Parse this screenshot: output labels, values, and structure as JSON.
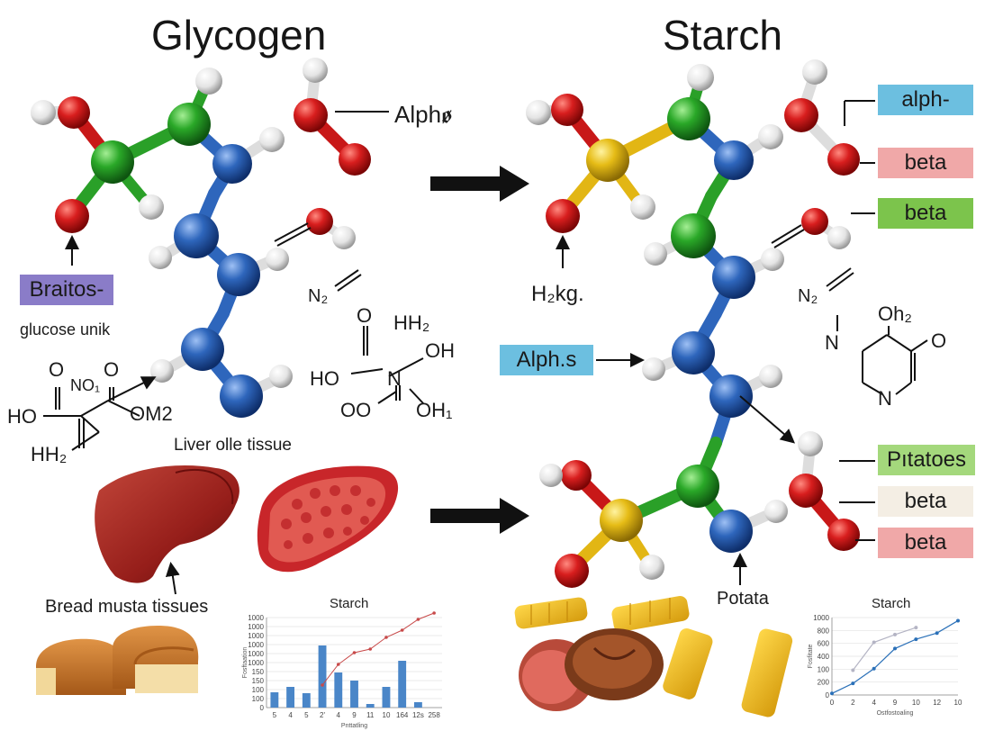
{
  "titles": {
    "left": "Glycogen",
    "right": "Starch"
  },
  "left_labels": {
    "alpha": "Alphꬾ",
    "braitos": "Braitos-",
    "glucose_unit": "glucose unik",
    "liver_tissue": "Liver olle tissue",
    "bread_tissues": "Bread musta  tissues"
  },
  "left_chem": {
    "no1": "NO₁",
    "o_a": "O",
    "o_b": "O",
    "ho": "HO",
    "om2": "OM2",
    "hh2_low": "HH₂",
    "n2": "N₂",
    "o_c": "O",
    "hh2": "HH₂",
    "oh": "OH",
    "ho2": "HO",
    "n": "N",
    "oo": "OO",
    "oh1": "OH₁"
  },
  "right_labels": {
    "tag_alph": "alph-",
    "tag_beta1": "beta",
    "tag_beta2": "beta",
    "h2kg": "H₂kg.",
    "alphs": "Alph.s",
    "tag_potatoes": "Pıtatoes",
    "tag_beta3": "beta",
    "tag_beta4": "beta",
    "potata": "Potata"
  },
  "right_chem": {
    "n2": "N₂",
    "oh2": "Oh₂",
    "n_left": "N",
    "o_right": "O",
    "n_bottom": "N"
  },
  "colors": {
    "oxygen": "#d41414",
    "hydrogen": "#ececec",
    "carbon_green": "#2e9e2a",
    "blue_node": "#2a64b8",
    "sulfur_yellow": "#e2b614",
    "tag_alph": "#6cbfe0",
    "tag_beta_pink": "#f0a8a8",
    "tag_beta_green": "#7cc44c",
    "tag_braitos": "#8a7cc8",
    "tag_alphs": "#6cbfe0",
    "tag_potatoes": "#a4d87c",
    "tag_beta_cream": "#f4eee4"
  },
  "icons": [
    "liver-icon",
    "liver-slice-icon",
    "bread-icon",
    "pasta-icon",
    "meat-icon",
    "arrow-right-icon"
  ],
  "chart_data": [
    {
      "type": "bar",
      "title": "Starch",
      "categories": [
        "5",
        "4",
        "5",
        "2'",
        "4",
        "9",
        "11",
        "10",
        "164",
        "12s",
        "258"
      ],
      "values": [
        170,
        230,
        160,
        690,
        390,
        300,
        40,
        230,
        520,
        60,
        0
      ],
      "line": [
        null,
        null,
        null,
        250,
        480,
        610,
        650,
        780,
        860,
        980,
        1050
      ],
      "ylim": [
        0,
        1000
      ],
      "yticks": [
        "1000",
        "1000",
        "1000",
        "1000",
        "1000",
        "1000",
        "150",
        "150",
        "100",
        "100",
        "0"
      ],
      "xlabel": "Pnttatling",
      "ylabel": "Fosftaation"
    },
    {
      "type": "line",
      "title": "Starch",
      "x": [
        "0",
        "2",
        "4",
        "9",
        "10",
        "12",
        "10"
      ],
      "series": [
        {
          "values": [
            20,
            150,
            340,
            600,
            720,
            800,
            960
          ]
        },
        {
          "values": [
            null,
            320,
            680,
            780,
            870,
            null,
            null
          ]
        }
      ],
      "ylim": [
        0,
        1000
      ],
      "yticks": [
        "1000",
        "800",
        "600",
        "400",
        "100",
        "200",
        "0"
      ],
      "xlabel": "Ostfostoaling",
      "ylabel": "Fosfitate"
    }
  ]
}
